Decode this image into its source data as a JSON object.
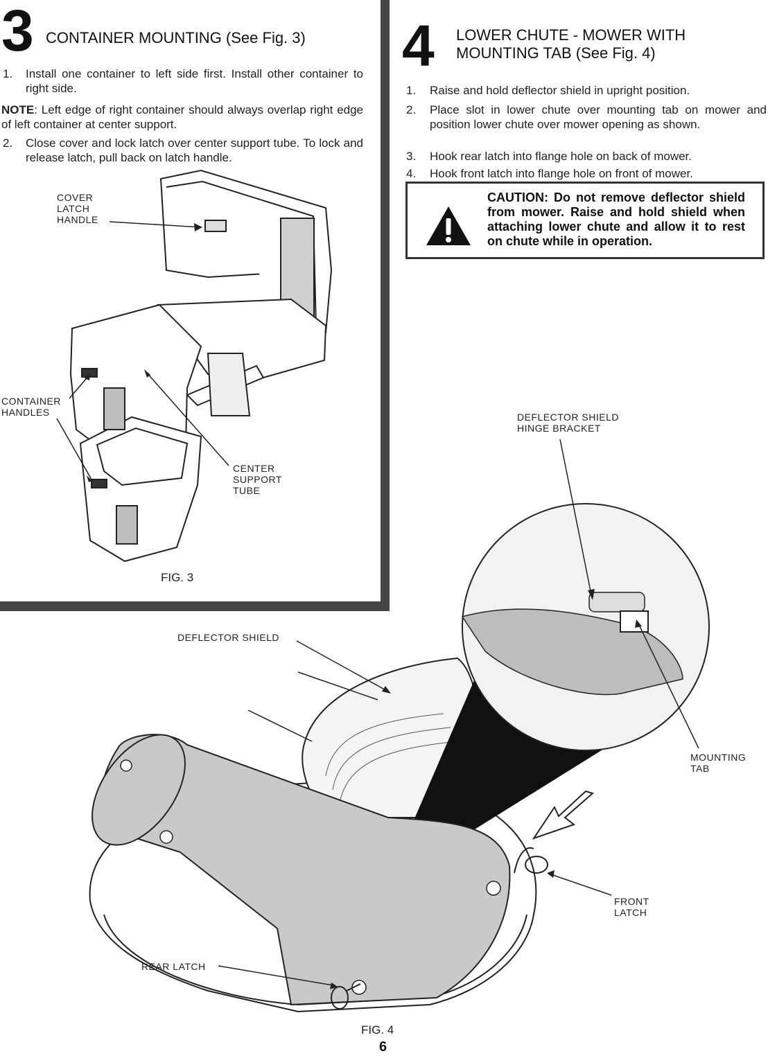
{
  "section3": {
    "number": "3",
    "title": "CONTAINER MOUNTING (See Fig. 3)",
    "steps": [
      {
        "num": "1.",
        "text": "Install one container to left side first. Install other container to right side."
      },
      {
        "num": "2.",
        "text": "Close cover and lock latch over center support tube. To lock and release latch, pull back on latch handle."
      }
    ],
    "note_label": "NOTE",
    "note_text": ": Left edge of right container should always overlap right edge of left container at center support.",
    "figure": {
      "labels": {
        "cover_latch_handle": [
          "COVER",
          "LATCH",
          "HANDLE"
        ],
        "container_handles": [
          "CONTAINER",
          "HANDLES"
        ],
        "center_support_tube": [
          "CENTER",
          "SUPPORT",
          "TUBE"
        ]
      },
      "caption": "FIG. 3"
    }
  },
  "section4": {
    "number": "4",
    "title_line1": "LOWER CHUTE - MOWER WITH",
    "title_line2": "MOUNTING TAB (See Fig. 4)",
    "steps": [
      {
        "num": "1.",
        "text": "Raise and hold deflector shield in upright position."
      },
      {
        "num": "2.",
        "text": "Place slot in lower chute over mounting tab on mower and position lower chute over mower opening as shown."
      },
      {
        "num": "3.",
        "text": "Hook rear latch into flange hole on back of mower."
      },
      {
        "num": "4.",
        "text": "Hook front latch into flange hole on front of mower."
      }
    ],
    "caution": {
      "text": "CAUTION: Do not remove deflector shield from mower. Raise and hold shield when attaching lower chute and allow it to rest on chute while in operation.",
      "icon": "warning-triangle-icon"
    },
    "figure": {
      "labels": {
        "deflector_shield_hinge_bracket": [
          "DEFLECTOR SHIELD",
          "HINGE BRACKET"
        ],
        "deflector_shield": "DEFLECTOR SHIELD",
        "mounting_tab": [
          "MOUNTING",
          "TAB"
        ],
        "front_latch": [
          "FRONT",
          "LATCH"
        ],
        "rear_latch": "REAR LATCH"
      },
      "caption": "FIG. 4"
    }
  },
  "page_number": "6"
}
